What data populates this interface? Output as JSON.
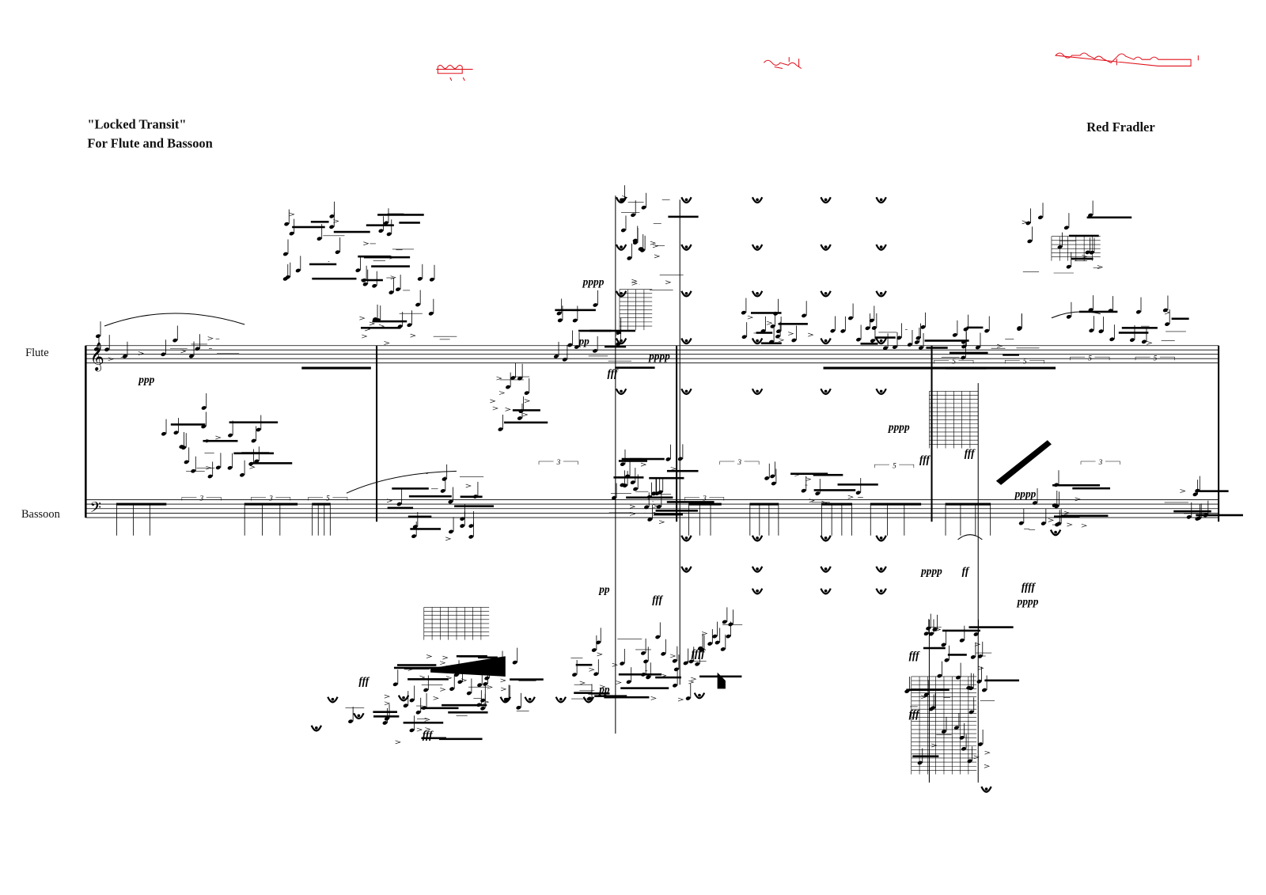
{
  "header": {
    "title": "\"Locked Transit\"",
    "subtitle": "For Flute and Bassoon",
    "composer": "Red Fradler"
  },
  "staves": [
    {
      "instrument": "Flute",
      "clef": "treble"
    },
    {
      "instrument": "Bassoon",
      "clef": "bass"
    }
  ],
  "dynamics": [
    "ppp",
    "pp",
    "pppp",
    "fff",
    "pppp",
    "pp",
    "pppp",
    "ff",
    "fff",
    "fff",
    "ffff",
    "fff",
    "pppp",
    "fff",
    "pp",
    "pppp",
    "fff",
    "ffff",
    "pppp",
    "fff",
    "fff"
  ],
  "tuplets": [
    "3",
    "3",
    "5",
    "3",
    "3",
    "5",
    "5",
    "5",
    "5",
    "5",
    "3",
    "3"
  ],
  "colors": {
    "ink": "#000000",
    "annotation_red": "#e0101a"
  }
}
